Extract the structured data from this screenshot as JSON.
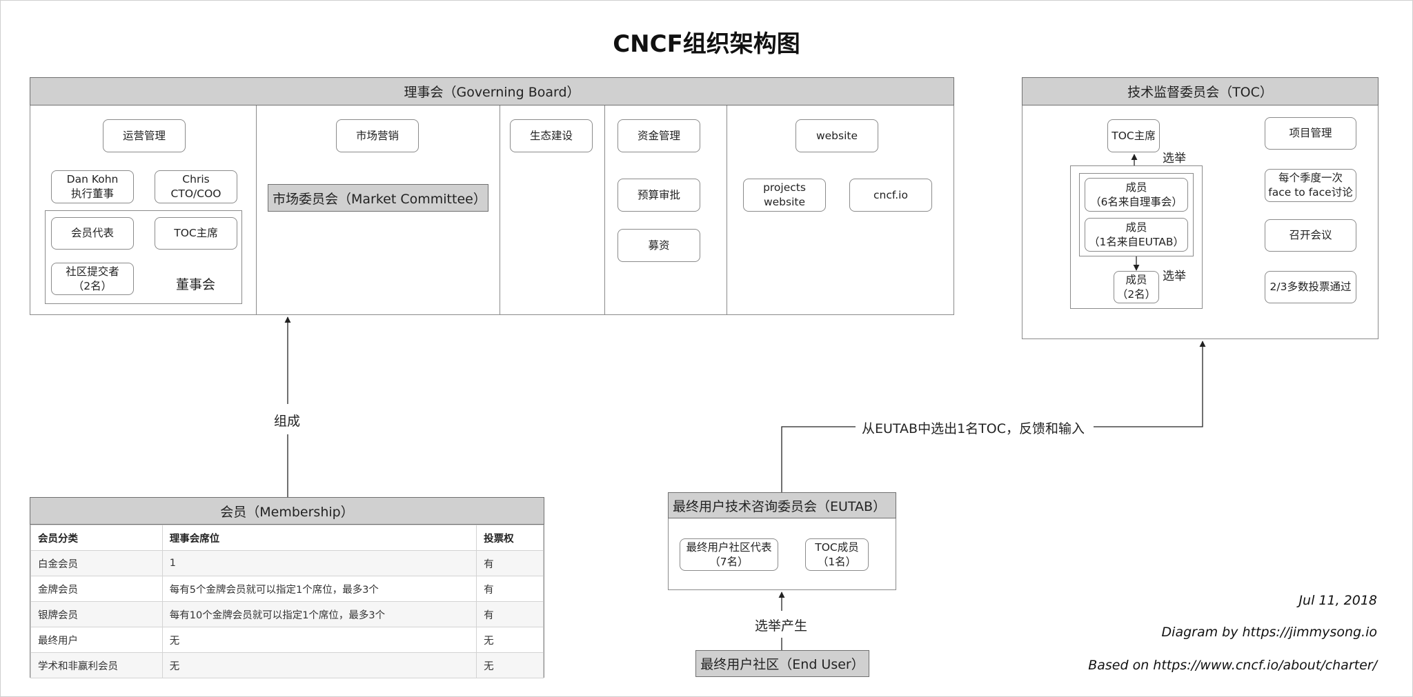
{
  "title": "CNCF组织架构图",
  "governing_board": {
    "header": "理事会（Governing Board）",
    "col1": {
      "ops": "运营管理",
      "dan_line1": "Dan Kohn",
      "dan_line2": "执行董事",
      "chris_line1": "Chris",
      "chris_line2": "CTO/COO",
      "member_rep": "会员代表",
      "toc_chair": "TOC主席",
      "committer_line1": "社区提交者",
      "committer_line2": "（2名）",
      "board_label": "董事会"
    },
    "col2": {
      "marketing": "市场营销",
      "market_committee": "市场委员会（Market Committee）"
    },
    "col3": {
      "ecosystem": "生态建设"
    },
    "col4": {
      "finance": "资金管理",
      "budget": "预算审批",
      "fundraising": "募资"
    },
    "col5": {
      "website": "website",
      "projects_line1": "projects",
      "projects_line2": "website",
      "cncf_io": "cncf.io"
    }
  },
  "toc": {
    "header": "技术监督委员会（TOC）",
    "chair": "TOC主席",
    "elect1": "选举",
    "elect2": "选举",
    "member_a_line1": "成员",
    "member_a_line2": "（6名来自理事会）",
    "member_b_line1": "成员",
    "member_b_line2": "（1名来自EUTAB）",
    "member_c_line1": "成员",
    "member_c_line2": "（2名）",
    "right_items": [
      "项目管理",
      "每个季度一次",
      "face to face讨论",
      "召开会议",
      "2/3多数投票通过"
    ]
  },
  "compose_label": "组成",
  "eutab_label": "从EUTAB中选出1名TOC，反馈和输入",
  "election_label": "选举产生",
  "membership": {
    "header": "会员（Membership）",
    "columns": [
      "会员分类",
      "理事会席位",
      "投票权"
    ],
    "rows": [
      [
        "白金会员",
        "1",
        "有"
      ],
      [
        "金牌会员",
        "每有5个金牌会员就可以指定1个席位，最多3个",
        "有"
      ],
      [
        "银牌会员",
        "每有10个金牌会员就可以指定1个席位，最多3个",
        "有"
      ],
      [
        "最终用户",
        "无",
        "无"
      ],
      [
        "学术和非赢利会员",
        "无",
        "无"
      ]
    ]
  },
  "eutab": {
    "header": "最终用户技术咨询委员会（EUTAB）",
    "rep_line1": "最终用户社区代表",
    "rep_line2": "（7名）",
    "toc_member_line1": "TOC成员",
    "toc_member_line2": "（1名）"
  },
  "end_user": "最终用户社区（End User）",
  "footer": {
    "date": "Jul 11, 2018",
    "author": "Diagram by https://jimmysong.io",
    "source": "Based on https://www.cncf.io/about/charter/"
  }
}
